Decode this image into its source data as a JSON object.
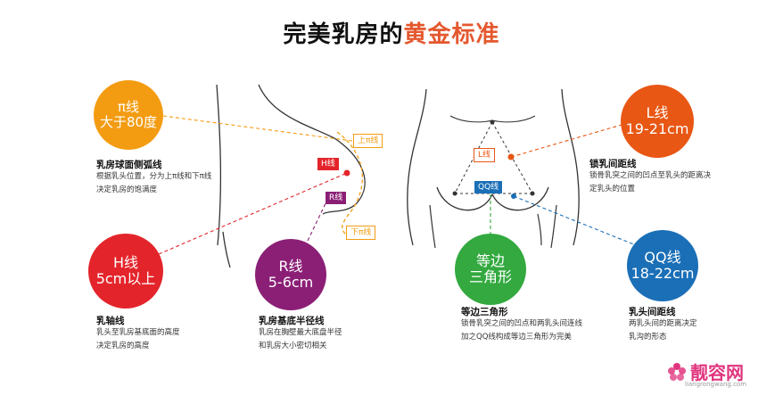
{
  "title": {
    "main": "完美乳房的",
    "accent": "黄金标准"
  },
  "colors": {
    "pi": "#f39c12",
    "h": "#e3252b",
    "r": "#8b1f76",
    "tri": "#33a93f",
    "l": "#e85714",
    "qq": "#1a6fb7"
  },
  "pi_line": {
    "circle_line1": "π线",
    "circle_line2": "大于80度",
    "heading": "乳房球面侧弧线",
    "desc_line1": "根据乳头位置，分为上π线和下π线",
    "desc_line2": "决定乳房的饱满度"
  },
  "h_line": {
    "circle_line1": "H线",
    "circle_line2": "5cm以上",
    "heading": "乳轴线",
    "desc_line1": "乳头至乳房基底面的高度",
    "desc_line2": "决定乳房的高度"
  },
  "r_line": {
    "circle_line1": "R线",
    "circle_line2": "5-6cm",
    "heading": "乳房基底半径线",
    "desc_line1": "乳房在胸壁最大底盘半径",
    "desc_line2": "和乳房大小密切相关"
  },
  "triangle": {
    "circle_line1": "等边",
    "circle_line2": "三角形",
    "heading": "等边三角形",
    "desc_line1": "锁骨乳突之间的凹点和两乳头间连线",
    "desc_line2": "加之QQ线构成等边三角形为完美"
  },
  "l_line": {
    "circle_line1": "L线",
    "circle_line2": "19-21cm",
    "heading": "锁乳间距线",
    "desc_line1": "锁骨乳突之间的凹点至乳头的距离决",
    "desc_line2": "定乳头的位置"
  },
  "qq_line": {
    "circle_line1": "QQ线",
    "circle_line2": "18-22cm",
    "heading": "乳头间距线",
    "desc_line1": "两乳头间的距离决定",
    "desc_line2": "乳沟的形态"
  },
  "tags": {
    "upper_pi": "上π线",
    "h": "H线",
    "r": "R线",
    "lower_pi": "下π线",
    "l": "L线",
    "qq": "QQ线"
  },
  "logo": {
    "brand": "靓容网",
    "domain": "liangrongwang.com"
  }
}
